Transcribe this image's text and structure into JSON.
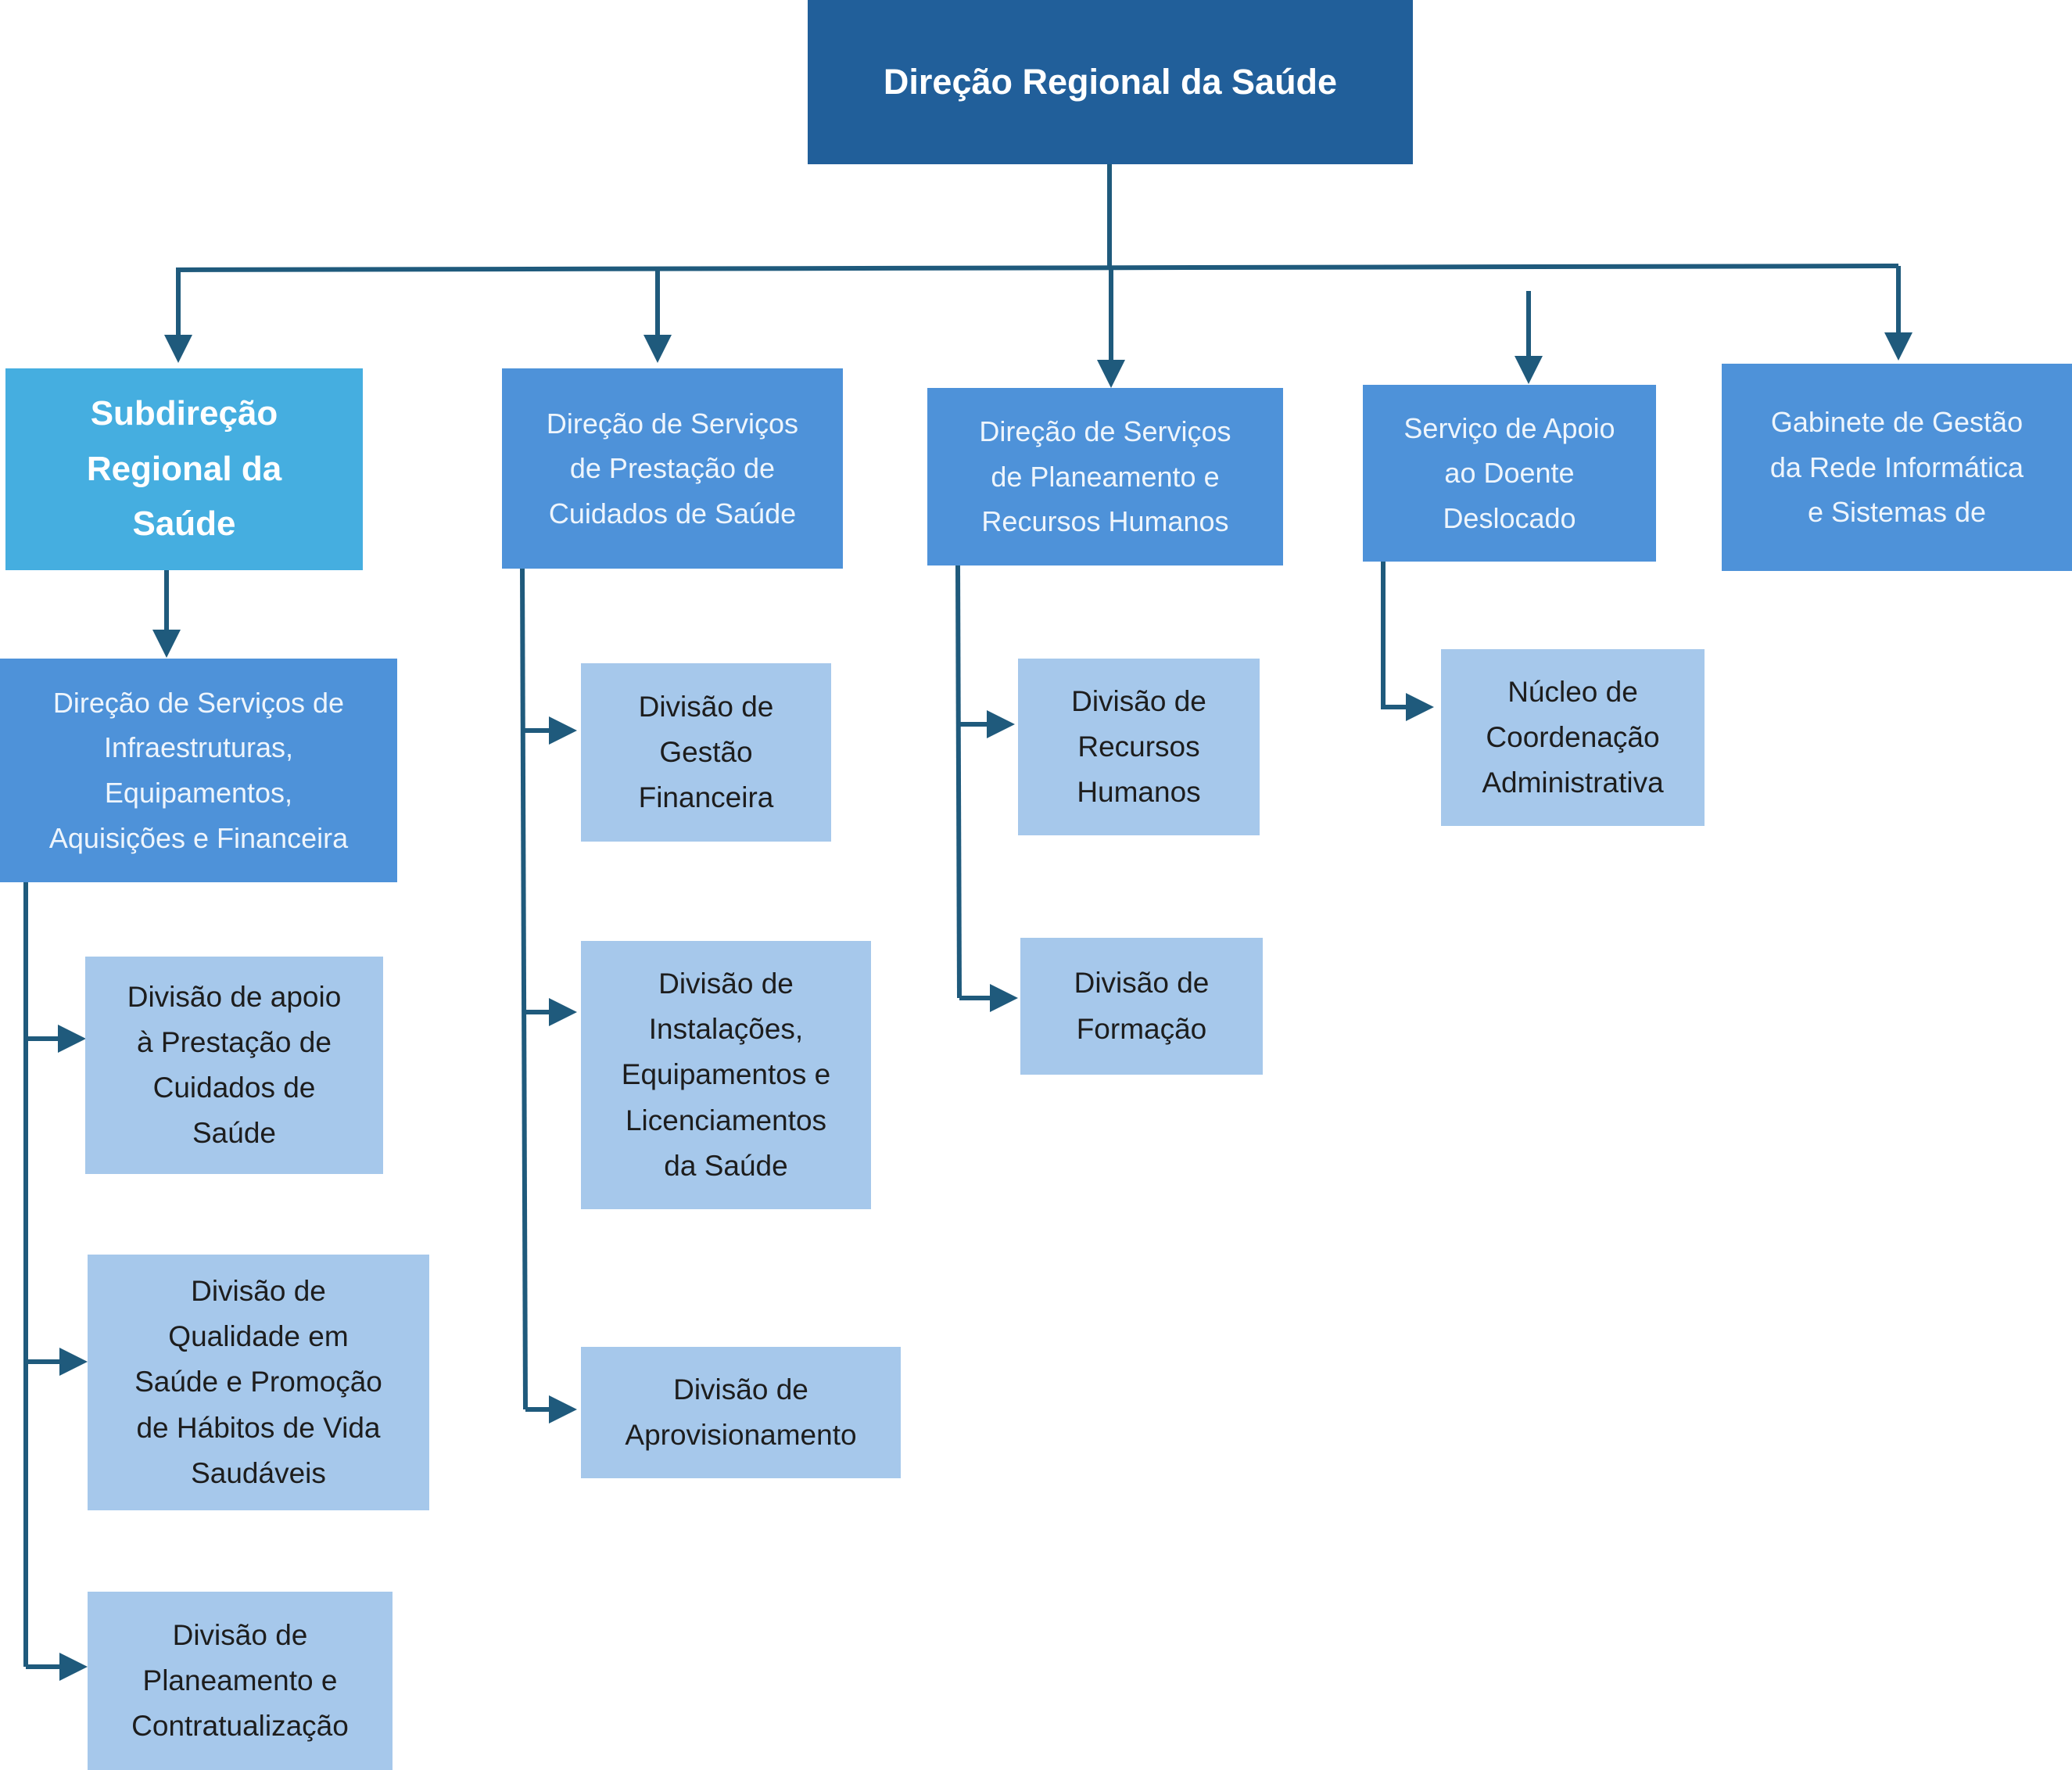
{
  "colors": {
    "connector": "#1f5a7c",
    "top": "#215f9a",
    "subdirection": "#45aee0",
    "service": "#4e92d9",
    "division": "#a6c8eb"
  },
  "nodes": {
    "top": "Direção Regional da Saúde",
    "subdirecao": "Subdireção\nRegional da\nSaúde",
    "ds_infra": "Direção de Serviços de\nInfraestruturas,\nEquipamentos,\nAquisições e Financeira",
    "ds_prestacao": "Direção de Serviços\nde Prestação de\nCuidados de Saúde",
    "ds_planeamento": "Direção de Serviços\nde Planeamento e\nRecursos Humanos",
    "apoio_doente": "Serviço de Apoio\nao Doente\nDeslocado",
    "gabinete": "Gabinete de Gestão\nda Rede Informática\ne Sistemas de",
    "div_apoio": "Divisão de apoio\nà Prestação de\nCuidados de\nSaúde",
    "div_qualidade": "Divisão de\nQualidade em\nSaúde e Promoção\nde Hábitos de Vida\nSaudáveis",
    "div_planeamento": "Divisão de\nPlaneamento e\nContratualização",
    "div_gestao": "Divisão de\nGestão\nFinanceira",
    "div_instalacoes": "Divisão de\nInstalações,\nEquipamentos e\nLicenciamentos\nda Saúde",
    "div_aprov": "Divisão de\nAprovisionamento",
    "div_rh": "Divisão de\nRecursos\nHumanos",
    "div_formacao": "Divisão de\nFormação",
    "nucleo": "Núcleo de\nCoordenação\nAdministrativa"
  }
}
